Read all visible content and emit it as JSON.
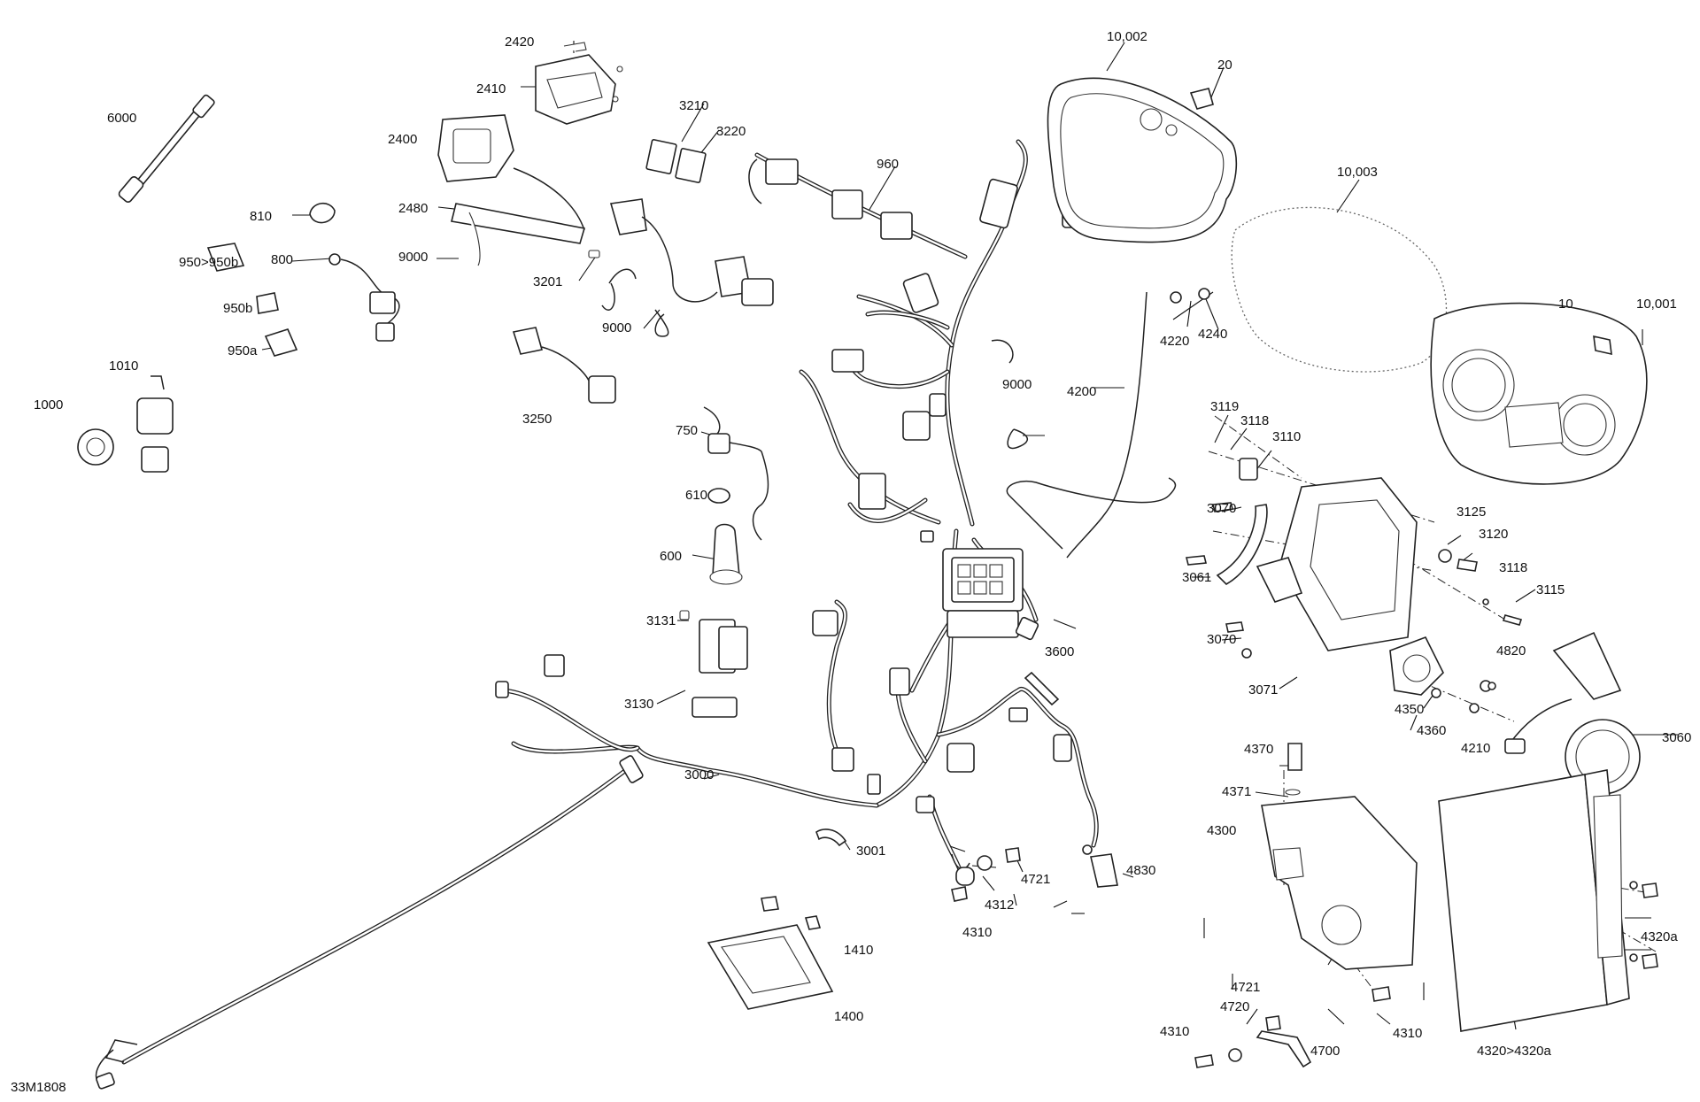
{
  "diagram_id": "33M1808",
  "callouts": {
    "c6000": "6000",
    "c2420": "2420",
    "c2410": "2410",
    "c2400": "2400",
    "c3210": "3210",
    "c3220": "3220",
    "c960": "960",
    "c10002": "10,002",
    "c20": "20",
    "c10003": "10,003",
    "c810": "810",
    "c2480": "2480",
    "c950_950b": "950>950b",
    "c800": "800",
    "c9000a": "9000",
    "c3201": "3201",
    "c950b": "950b",
    "c9000b": "9000",
    "c950a": "950a",
    "c1010": "1010",
    "c1000": "1000",
    "c3250": "3250",
    "c4220": "4220",
    "c4240": "4240",
    "c10": "10",
    "c10001": "10,001",
    "c9000c": "9000",
    "c4200": "4200",
    "c750": "750",
    "c3119": "3119",
    "c3118a": "3118",
    "c3110": "3110",
    "c610": "610",
    "c3070a": "3070",
    "c3125": "3125",
    "c3120": "3120",
    "c600": "600",
    "c3061": "3061",
    "c3118b": "3118",
    "c3115": "3115",
    "c3131": "3131",
    "c3600": "3600",
    "c3070b": "3070",
    "c4820": "4820",
    "c3071": "3071",
    "c3130": "3130",
    "c4350": "4350",
    "c4360": "4360",
    "c4210": "4210",
    "c3060": "3060",
    "c4370": "4370",
    "c3000": "3000",
    "c4371": "4371",
    "c4300": "4300",
    "c3001": "3001",
    "c4721a": "4721",
    "c4830": "4830",
    "c4312": "4312",
    "c4320a": "4320a",
    "c4310a": "4310",
    "c1410": "1410",
    "c1400": "1400",
    "c4310b": "4310",
    "c4721b": "4721",
    "c4720": "4720",
    "c4310c": "4310",
    "c4700": "4700",
    "c4320": "4320>4320a"
  }
}
